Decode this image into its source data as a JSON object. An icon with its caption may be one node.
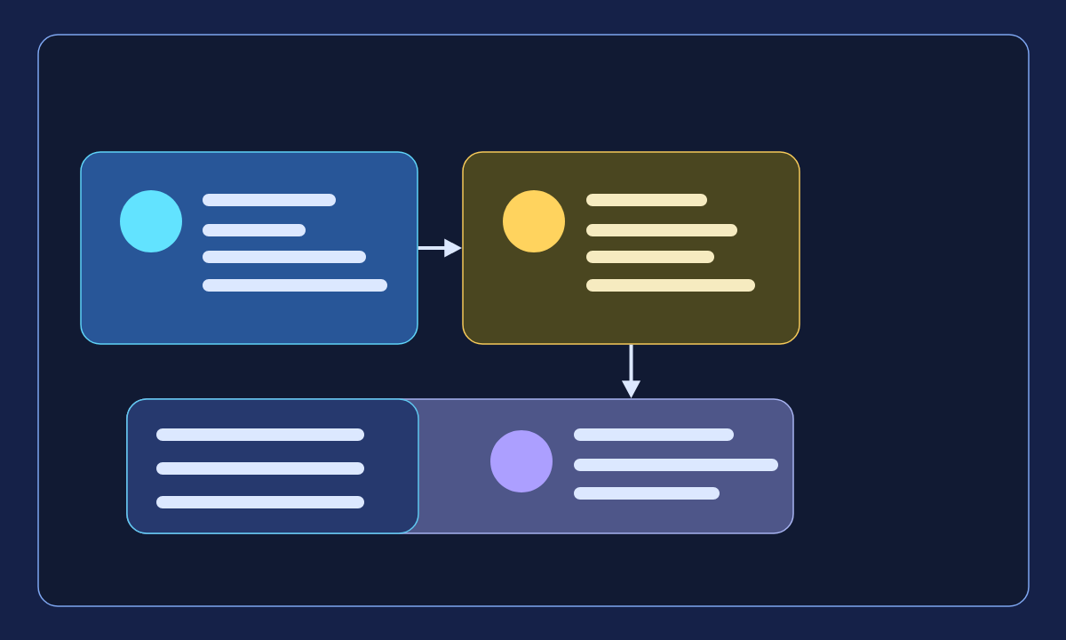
{
  "diagram": {
    "nodes": [
      {
        "text": [],
        "shape": "box"
      },
      {
        "text": [],
        "shape": "box",
        "in": 0
      },
      {
        "text": [],
        "shape": "box",
        "in": 0
      },
      {
        "text": [],
        "shape": "box",
        "in": 0
      },
      {
        "text": [],
        "shape": "box",
        "in": 3
      }
    ],
    "edges": [
      {
        "from": 1,
        "to": 2,
        "arrow": "to"
      },
      {
        "from": 2,
        "to": 3,
        "arrow": "to"
      }
    ]
  }
}
